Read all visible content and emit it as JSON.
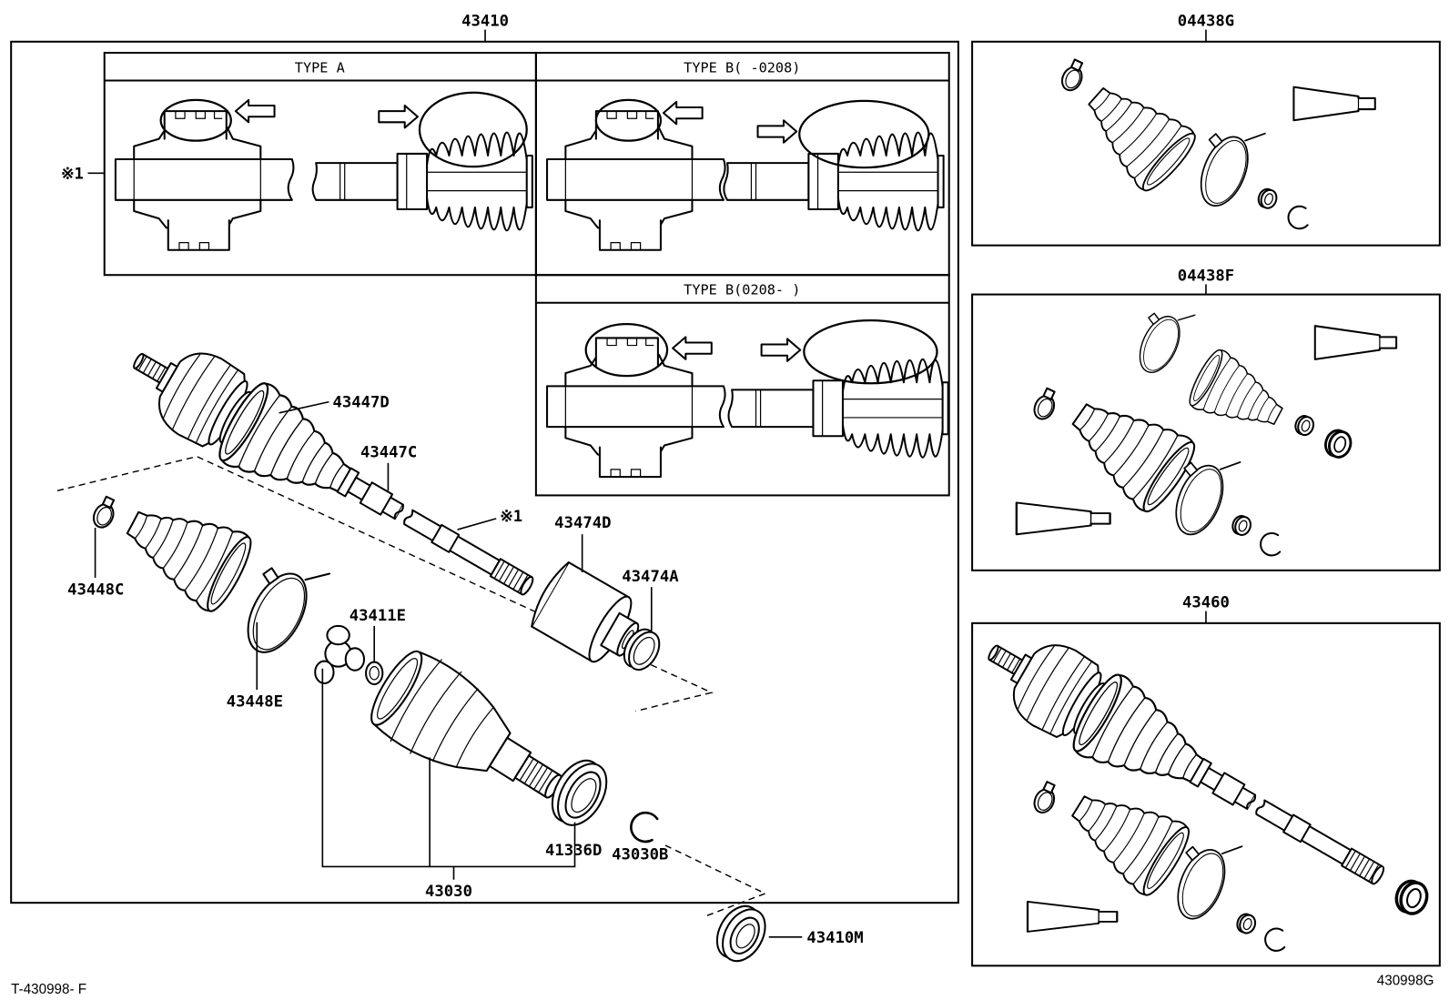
{
  "labels": {
    "assembly_43410": "43410",
    "kit_04438G": "04438G",
    "kit_04438F": "04438F",
    "assembly_43460": "43460",
    "type_a": "TYPE A",
    "type_b_old": "TYPE B( -0208)",
    "type_b_new": "TYPE B(0208- )",
    "note_ref_box": "※1",
    "note_ref_shaft": "※1",
    "p43447D": "43447D",
    "p43447C": "43447C",
    "p43474D": "43474D",
    "p43474A": "43474A",
    "p43448C": "43448C",
    "p43411E": "43411E",
    "p43448E": "43448E",
    "p41336D": "41336D",
    "p43030B": "43030B",
    "p43030": "43030",
    "p43410M": "43410M"
  },
  "footer": {
    "left": "T-430998- F",
    "right": "430998G"
  }
}
